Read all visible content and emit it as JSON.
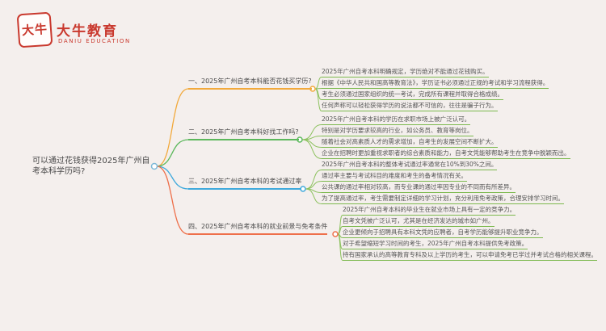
{
  "page": {
    "background": "#f4efed"
  },
  "logo": {
    "icon_text": "大牛",
    "name": "大牛教育",
    "subtitle": "DANIU EDUCATION",
    "brand_color": "#c9392e"
  },
  "central": {
    "text": "可以通过花钱获得2025年广州自考本科学历吗?",
    "dot_color": "#7db9d8"
  },
  "leaf_line_color": "#7cb94e",
  "branches": [
    {
      "label": "一、2025年广州自考本科能否花钱买学历?",
      "color": "#f2a93b",
      "children": [
        "2025年广州自考本科明确规定，学历绝对不能通过花钱购买。",
        "根据《中华人民共和国高等教育法》，学历证书必须通过正规的考试和学习流程获得。",
        "考生必须通过国家组织的统一考试，完成所有课程并取得合格成绩。",
        "任何声称可以轻松获得学历的说法都不可信的，往往是骗子行为。"
      ]
    },
    {
      "label": "二、2025年广州自考本科好找工作吗?",
      "color": "#5cb85c",
      "children": [
        "2025年广州自考本科的学历在求职市场上被广泛认可。",
        "特别是对学历要求较高的行业，如公务员、教育等岗位。",
        "随着社会对高素质人才的需求增加，自考生的发展空间不断扩大。",
        "企业在招聘时更加重视求职者的综合素质和能力，自考文凭能够帮助考生在竞争中脱颖而出。"
      ]
    },
    {
      "label": "三、2025年广州自考本科的考试通过率",
      "color": "#3fa9dc",
      "children": [
        "2025年广州自考本科的整体考试通过率通常在10%到30%之间。",
        "通过率主要与考试科目的难度和考生的备考情况有关。",
        "公共课的通过率相对较高，而专业课的通过率因专业的不同而有所差异。",
        "为了提高通过率，考生需要制定详细的学习计划，充分利用免考政策，合理安排学习时间。"
      ]
    },
    {
      "label": "四、2025年广州自考本科的就业前景与免考条件",
      "color": "#ee6f4a",
      "children": [
        "2025年广州自考本科的毕业生在就业市场上具有一定的竞争力。",
        "自考文凭被广泛认可，尤其是在经济发达的城市如广州。",
        "企业更倾向于招聘具有本科文凭的应聘者，自考学历能够提升职业竞争力。",
        "对于希望缩短学习时间的考生，2025年广州自考本科提供免考政策。",
        "持有国家承认的高等教育专科及以上学历的考生，可以申请免考已学过并考试合格的相关课程。"
      ]
    }
  ]
}
